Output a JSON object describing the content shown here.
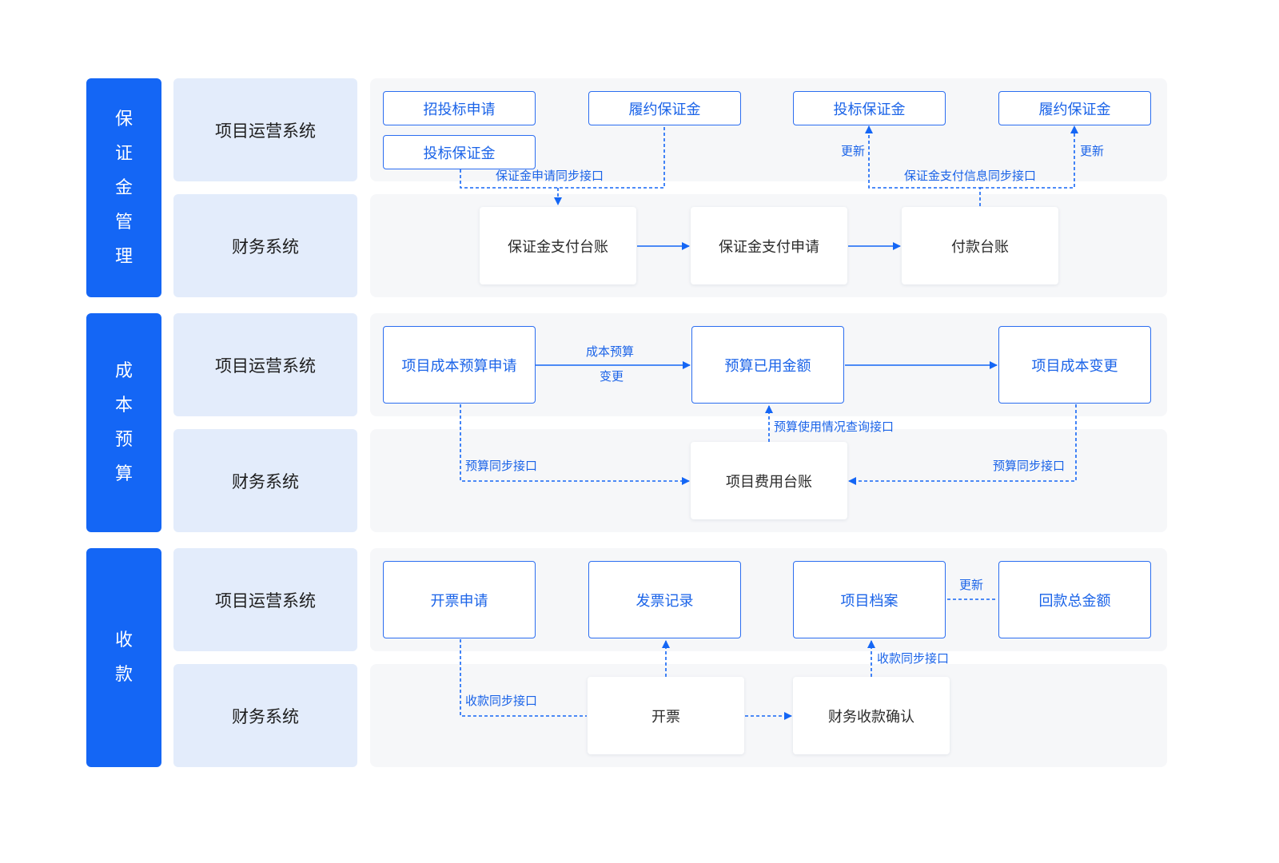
{
  "sections": {
    "deposit": {
      "chars": [
        "保",
        "证",
        "金",
        "管",
        "理"
      ]
    },
    "cost": {
      "chars": [
        "成",
        "本",
        "预",
        "算"
      ]
    },
    "collection": {
      "chars": [
        "收",
        "款"
      ]
    }
  },
  "systems": {
    "ops": "项目运营系统",
    "finance": "财务系统"
  },
  "deposit": {
    "ops_boxes": {
      "tender_application": "招投标申请",
      "performance_bond_1": "履约保证金",
      "bid_bond_1": "投标保证金",
      "performance_bond_2": "履约保证金",
      "bid_bond_2": "投标保证金"
    },
    "finance_boxes": {
      "payment_ledger": "保证金支付台账",
      "payment_request": "保证金支付申请",
      "pay_ledger": "付款台账"
    },
    "labels": {
      "sync_application": "保证金申请同步接口",
      "sync_payment_info": "保证金支付信息同步接口",
      "update_1": "更新",
      "update_2": "更新"
    }
  },
  "cost": {
    "ops_boxes": {
      "budget_application": "项目成本预算申请",
      "budget_used": "预算已用金额",
      "cost_change": "项目成本变更"
    },
    "finance_boxes": {
      "expense_ledger": "项目费用台账"
    },
    "labels": {
      "cost_budget_line1": "成本预算",
      "cost_budget_line2": "变更",
      "usage_query": "预算使用情况查询接口",
      "budget_sync_left": "预算同步接口",
      "budget_sync_right": "预算同步接口"
    }
  },
  "collection": {
    "ops_boxes": {
      "invoice_application": "开票申请",
      "invoice_record": "发票记录",
      "project_archive": "项目档案",
      "total_received": "回款总金额"
    },
    "finance_boxes": {
      "invoicing": "开票",
      "finance_confirm": "财务收款确认"
    },
    "labels": {
      "update": "更新",
      "sync_left": "收款同步接口",
      "sync_right": "收款同步接口"
    }
  },
  "colors": {
    "accent": "#1466f5",
    "system_bg": "#e3ecfb",
    "lane_bg": "#f6f7f9",
    "box_border": "#2b6df0",
    "text_dark": "#2a2a2a"
  }
}
